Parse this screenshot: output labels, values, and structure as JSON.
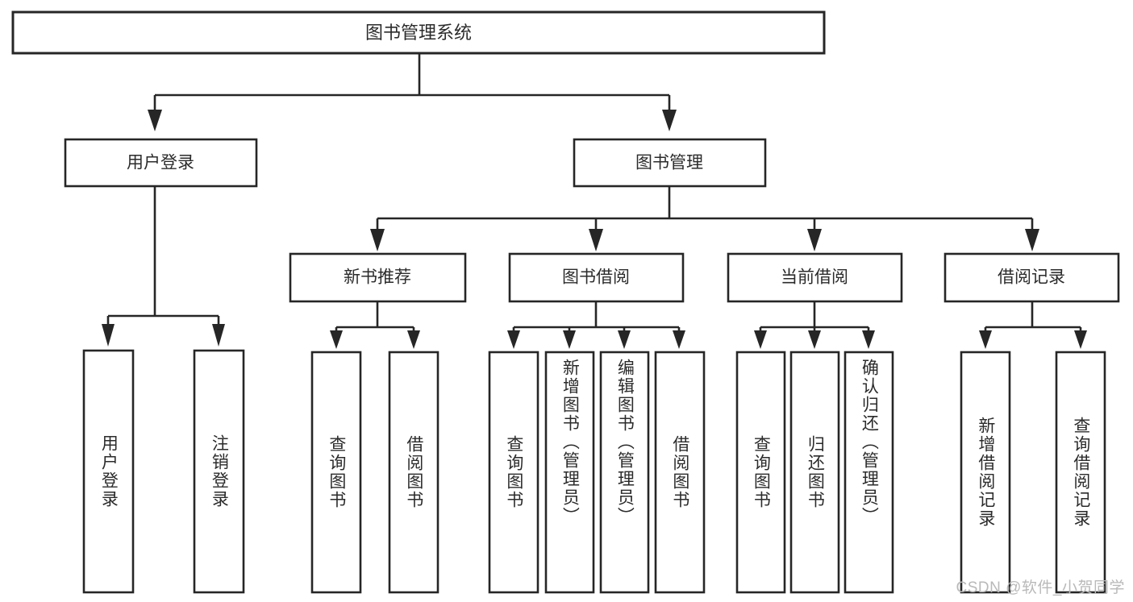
{
  "diagram": {
    "title": "图书管理系统",
    "type": "tree-hierarchy",
    "watermark": "CSDN @软件_小贺同学",
    "colors": {
      "stroke": "#262626",
      "box_fill": "#ffffff",
      "text": "#2b2b2b",
      "watermark": "#b9b9b9",
      "background": "#ffffff"
    },
    "levels": {
      "level0": {
        "label": "root",
        "nodes": [
          "图书管理系统"
        ]
      },
      "level1": {
        "label": "modules",
        "nodes": [
          "用户登录",
          "图书管理"
        ]
      },
      "level2": {
        "label": "sub-modules",
        "nodes": [
          "新书推荐",
          "图书借阅",
          "当前借阅",
          "借阅记录"
        ]
      },
      "level3": {
        "label": "functions",
        "orientation": "vertical-text"
      }
    },
    "nodes": {
      "root": {
        "id": "root",
        "label": "图书管理系统"
      },
      "user_login": {
        "id": "user-login",
        "label": "用户登录"
      },
      "book_manage": {
        "id": "book-manage",
        "label": "图书管理"
      },
      "new_book_rec": {
        "id": "new-book-recommend",
        "label": "新书推荐"
      },
      "book_borrow": {
        "id": "book-borrow",
        "label": "图书借阅"
      },
      "current_borrow": {
        "id": "current-borrow",
        "label": "当前借阅"
      },
      "borrow_record": {
        "id": "borrow-record",
        "label": "借阅记录"
      }
    },
    "leaves": {
      "user_login": [
        {
          "id": "leaf-user-login",
          "label": "用户登录"
        },
        {
          "id": "leaf-user-logout",
          "label": "注销登录"
        }
      ],
      "new_book_rec": [
        {
          "id": "leaf-query-book-1",
          "label": "查询图书"
        },
        {
          "id": "leaf-borrow-book-1",
          "label": "借阅图书"
        }
      ],
      "book_borrow": [
        {
          "id": "leaf-query-book-2",
          "label": "查询图书"
        },
        {
          "id": "leaf-add-book-admin",
          "label": "新增图书（管理员）"
        },
        {
          "id": "leaf-edit-book-admin",
          "label": "编辑图书（管理员）"
        },
        {
          "id": "leaf-borrow-book-2",
          "label": "借阅图书"
        }
      ],
      "current_borrow": [
        {
          "id": "leaf-query-book-3",
          "label": "查询图书"
        },
        {
          "id": "leaf-return-book",
          "label": "归还图书"
        },
        {
          "id": "leaf-confirm-return-admin",
          "label": "确认归还（管理员）"
        }
      ],
      "borrow_record": [
        {
          "id": "leaf-add-borrow-record",
          "label": "新增借阅记录"
        },
        {
          "id": "leaf-query-borrow-record",
          "label": "查询借阅记录"
        }
      ]
    }
  }
}
